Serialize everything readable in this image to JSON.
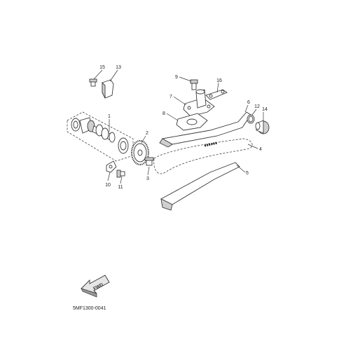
{
  "diagram": {
    "callouts": {
      "c1": "1",
      "c2": "2",
      "c3": "3",
      "c4": "4",
      "c5": "5",
      "c6": "6",
      "c7": "7",
      "c8": "8",
      "c9": "9",
      "c10": "10",
      "c11": "11",
      "c12": "12",
      "c13": "13",
      "c14": "14",
      "c15": "15",
      "c16": "16"
    },
    "fwd_label": "FWD",
    "drawing_code": "5MF1300-0041"
  }
}
